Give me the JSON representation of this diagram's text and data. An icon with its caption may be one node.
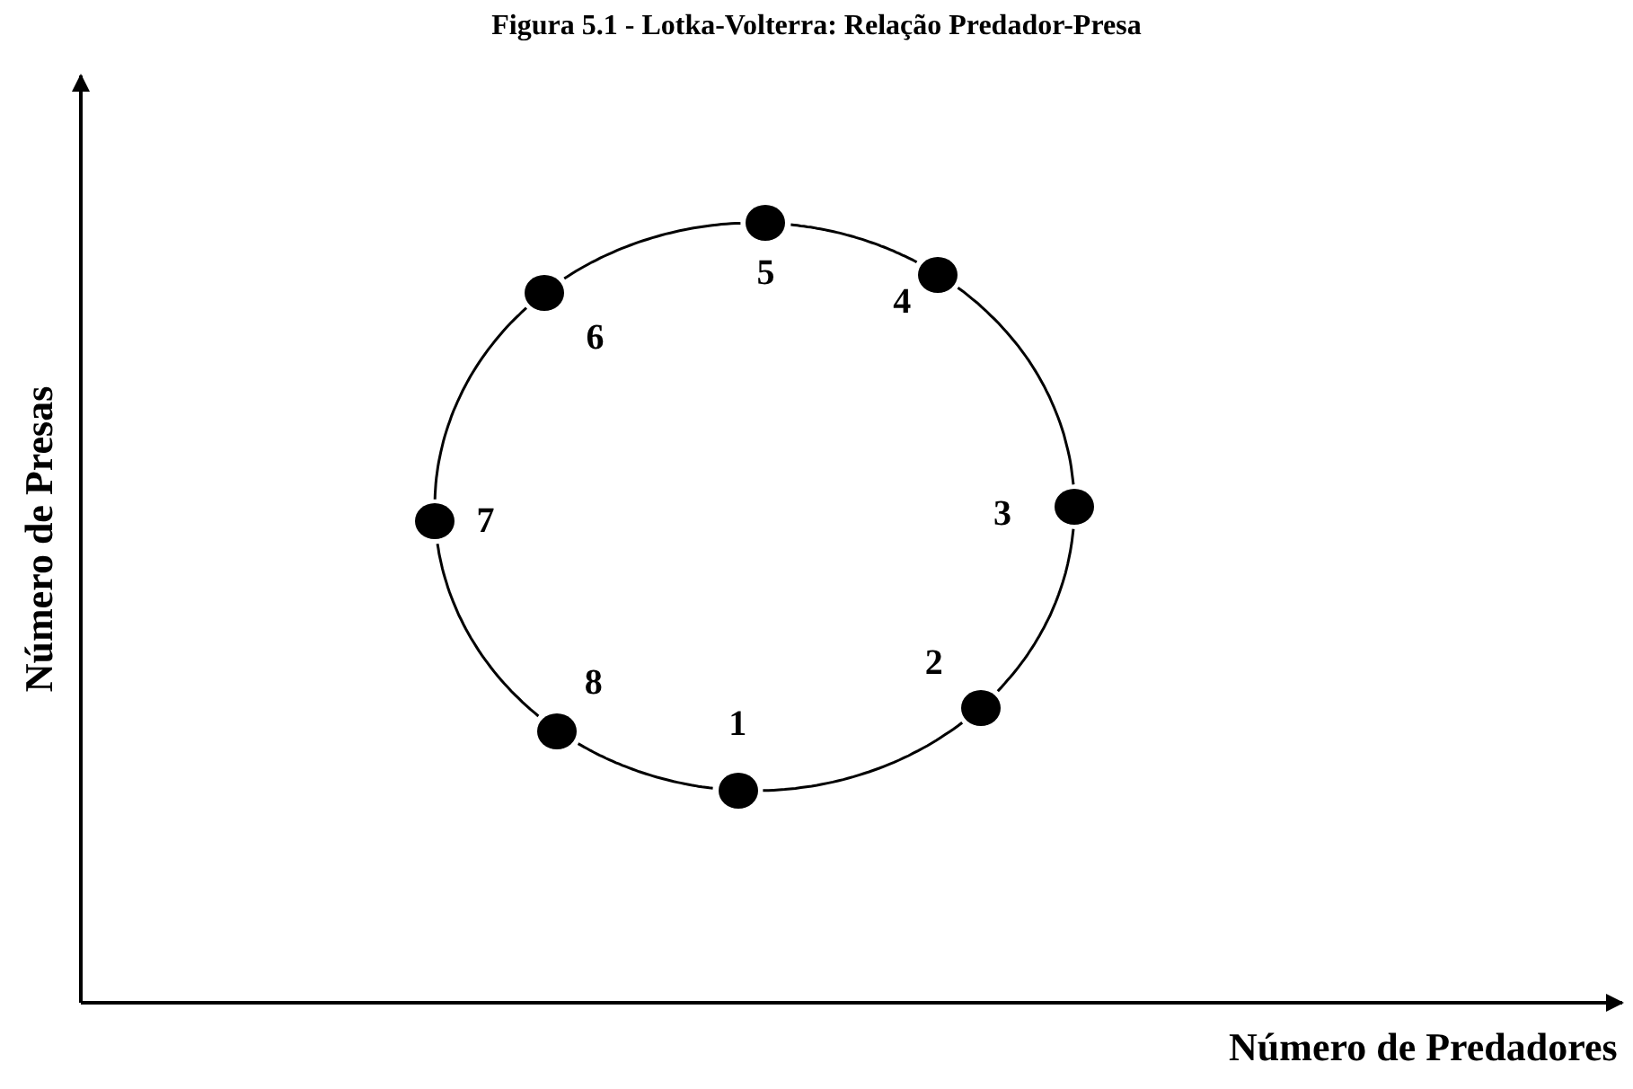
{
  "diagram": {
    "title": "Figura 5.1 - Lotka-Volterra: Relação Predador-Presa",
    "nodes": [
      {
        "text": [],
        "shape": "circle",
        "beside": [
          "1"
        ]
      },
      {
        "text": [],
        "shape": "circle",
        "beside": [
          "2"
        ]
      },
      {
        "text": [],
        "shape": "circle",
        "beside": [
          "3"
        ]
      },
      {
        "text": [],
        "shape": "circle",
        "beside": [
          "4"
        ]
      },
      {
        "text": [],
        "shape": "circle",
        "beside": [
          "5"
        ]
      },
      {
        "text": [],
        "shape": "circle",
        "beside": [
          "6"
        ]
      },
      {
        "text": [],
        "shape": "circle",
        "beside": [
          "7"
        ]
      },
      {
        "text": [],
        "shape": "circle",
        "beside": [
          "8"
        ]
      }
    ],
    "edges": [
      {
        "from": 0,
        "to": 1,
        "arrow": "none"
      },
      {
        "from": 1,
        "to": 2,
        "arrow": "none"
      },
      {
        "from": 2,
        "to": 3,
        "arrow": "none"
      },
      {
        "from": 3,
        "to": 4,
        "arrow": "none"
      },
      {
        "from": 4,
        "to": 5,
        "arrow": "none"
      },
      {
        "from": 5,
        "to": 6,
        "arrow": "none"
      },
      {
        "from": 6,
        "to": 7,
        "arrow": "none"
      },
      {
        "from": 7,
        "to": 0,
        "arrow": "none"
      }
    ],
    "labels": [
      "Número de Presas",
      "Número de Predadores"
    ]
  }
}
